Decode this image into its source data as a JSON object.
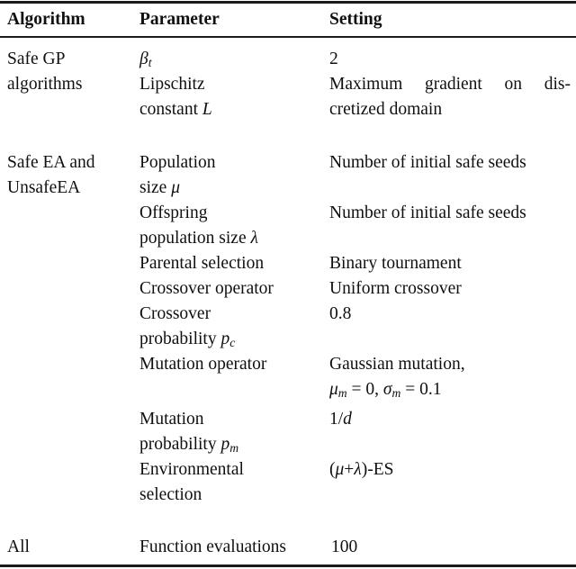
{
  "document": {
    "type": "table",
    "kind": "academic-parameter-table",
    "rule_color": "#1a1a1a",
    "text_color": "#101010",
    "background": "#ffffff"
  },
  "table": {
    "columns": [
      "Algorithm",
      "Parameter",
      "Setting"
    ],
    "header": {
      "algorithm": "Algorithm",
      "parameter": "Parameter",
      "setting": "Setting"
    },
    "groups": [
      {
        "algorithm_line_1": "Safe GP",
        "algorithm_line_2": "algorithms",
        "rows": [
          {
            "parameter_line_1": "β",
            "parameter_sub_1": "t",
            "setting_line_1": "2"
          },
          {
            "parameter_line_1": "Lipschitz",
            "parameter_line_2": "constant ",
            "parameter_italic_2": "L",
            "setting_line_1": "Maximum gradient on dis-",
            "setting_line_2": "cretized domain"
          }
        ]
      },
      {
        "algorithm_line_1": "Safe EA and",
        "algorithm_line_2": "UnsafeEA",
        "rows": [
          {
            "parameter_line_1": "Population",
            "parameter_line_2": "size ",
            "parameter_italic_2": "μ",
            "setting_line_1": "Number of initial safe seeds"
          },
          {
            "parameter_line_1": "Offspring",
            "parameter_line_2": "population size ",
            "parameter_italic_2": "λ",
            "setting_line_1": "Number of initial safe seeds"
          },
          {
            "parameter_line_1": "Parental selection",
            "setting_line_1": "Binary tournament"
          },
          {
            "parameter_line_1": "Crossover operator",
            "setting_line_1": "Uniform crossover"
          },
          {
            "parameter_line_1": "Crossover",
            "parameter_line_2": "probability ",
            "parameter_italic_2": "p",
            "parameter_sub_2": "c",
            "setting_line_1": "0.8"
          },
          {
            "parameter_line_1": "Mutation operator",
            "setting_line_1": "Gaussian mutation,",
            "setting_line_2_mu": "μ",
            "setting_line_2_mu_sub": "m",
            "setting_line_2_eq1": " = 0, ",
            "setting_line_2_sigma": "σ",
            "setting_line_2_sigma_sub": "m",
            "setting_line_2_eq2": " = 0.1"
          },
          {
            "parameter_line_1": "Mutation",
            "parameter_line_2": "probability ",
            "parameter_italic_2": "p",
            "parameter_sub_2": "m",
            "setting_line_1_num": "1/",
            "setting_line_1_italic": "d"
          },
          {
            "parameter_line_1": "Environmental",
            "parameter_line_2": "selection",
            "setting_line_1_open": "(",
            "setting_line_1_mu": "μ",
            "setting_line_1_plus": "+",
            "setting_line_1_lambda": "λ",
            "setting_line_1_close": ")-ES"
          }
        ]
      },
      {
        "algorithm_line_1": "All",
        "rows": [
          {
            "parameter_line_1": "Function evaluations",
            "setting_line_1": "100"
          }
        ]
      }
    ]
  }
}
